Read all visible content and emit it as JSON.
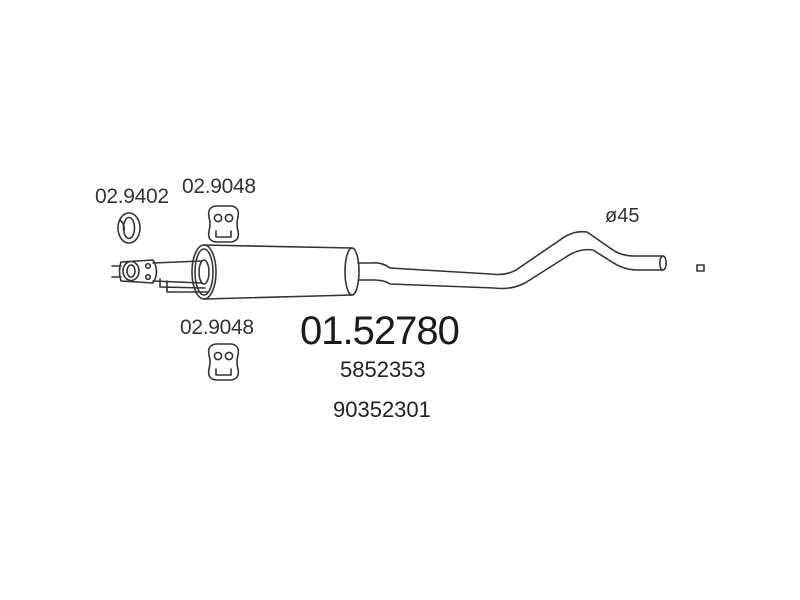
{
  "labels": {
    "clamp_ring_ref": "02.9402",
    "hanger_top_ref": "02.9048",
    "hanger_bottom_ref": "02.9048",
    "diameter": "ø45",
    "part_number": "01.52780",
    "oem_number_1": "5852353",
    "oem_number_2": "90352301"
  },
  "colors": {
    "line": "#333333",
    "text": "#1a1a1a"
  }
}
